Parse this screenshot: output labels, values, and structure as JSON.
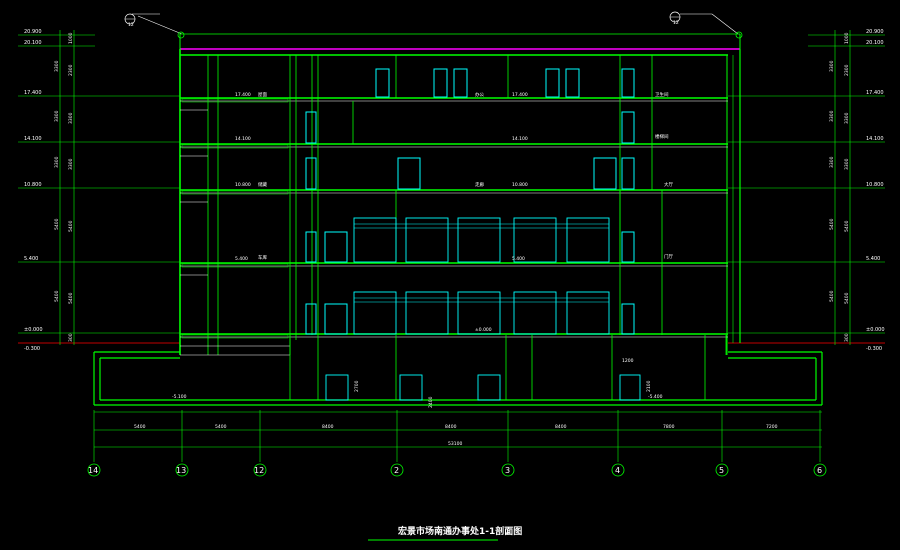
{
  "drawing": {
    "title": "宏景市场南通办事处1-1剖面图",
    "title_mark": "。",
    "top_ref_left": "12",
    "top_ref_right": "12",
    "colors": {
      "background": "#000000",
      "wall": "#00ff00",
      "window": "#00ffff",
      "roof": "#ff00ff",
      "ground": "#ff0000",
      "line": "#ffffff"
    }
  },
  "levels_left": [
    "20.900",
    "20.100",
    "17.400",
    "14.100",
    "10.800",
    "5.400",
    "±0.000",
    "-0.300"
  ],
  "levels_right": [
    "20.900",
    "20.100",
    "17.400",
    "14.100",
    "10.800",
    "5.400",
    "±0.000",
    "-0.300"
  ],
  "left_dims_outer": [
    "3300",
    "3300",
    "3300",
    "5400",
    "5400"
  ],
  "left_dims_inner": [
    "1000",
    "2300",
    "3300",
    "3300",
    "5400",
    "5400",
    "300"
  ],
  "right_dims_outer": [
    "3300",
    "3300",
    "3300",
    "5400",
    "5400"
  ],
  "right_dims_inner": [
    "1000",
    "2300",
    "3300",
    "3300",
    "5400",
    "5400",
    "300"
  ],
  "bottom_dims": [
    "5400",
    "5400",
    "8400",
    "8400",
    "8400",
    "7800",
    "7200"
  ],
  "bottom_total": "53100",
  "axes": [
    "14",
    "13",
    "12",
    "2",
    "3",
    "4",
    "5",
    "6"
  ],
  "floor_levels": [
    "17.400",
    "14.100",
    "10.800",
    "5.400",
    "±0.000"
  ],
  "room_notes": [
    "屋面",
    "卫生间",
    "办公",
    "楼梯间",
    "储藏",
    "走廊",
    "大厅",
    "车库",
    "门厅",
    "-5.100",
    "-5.400",
    "2700",
    "2100",
    "2400",
    "1200"
  ]
}
